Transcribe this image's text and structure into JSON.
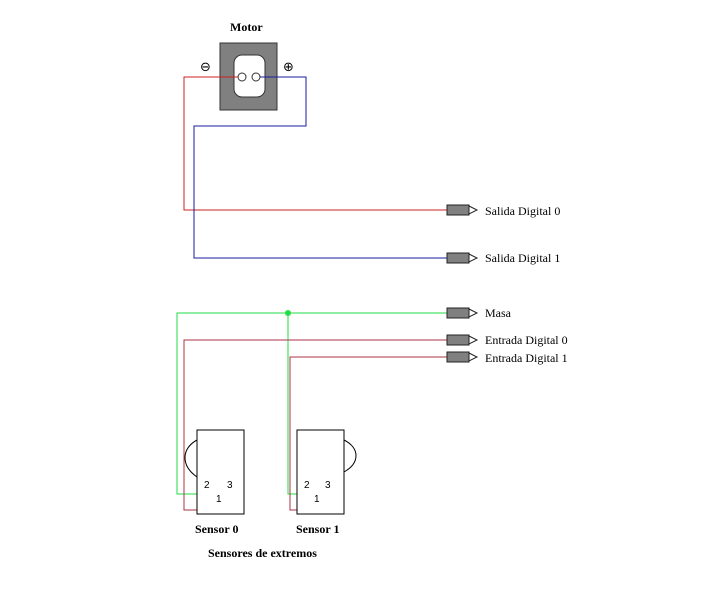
{
  "motor": {
    "title": "Motor",
    "minus_symbol": "⊖",
    "plus_symbol": "⊕"
  },
  "connectors": {
    "out0": "Salida Digital 0",
    "out1": "Salida Digital 1",
    "gnd": "Masa",
    "in0": "Entrada Digital 0",
    "in1": "Entrada Digital 1"
  },
  "sensors": {
    "s0": {
      "name": "Sensor 0",
      "pin2": "2",
      "pin3": "3",
      "pin1": "1"
    },
    "s1": {
      "name": "Sensor 1",
      "pin2": "2",
      "pin3": "3",
      "pin1": "1"
    },
    "caption": "Sensores de extremos"
  },
  "colors": {
    "red_wire": "#cc2222",
    "blue_wire": "#1a1aa0",
    "green_wire": "#22dd44",
    "motor_body": "#808080",
    "plug": "#808080"
  }
}
